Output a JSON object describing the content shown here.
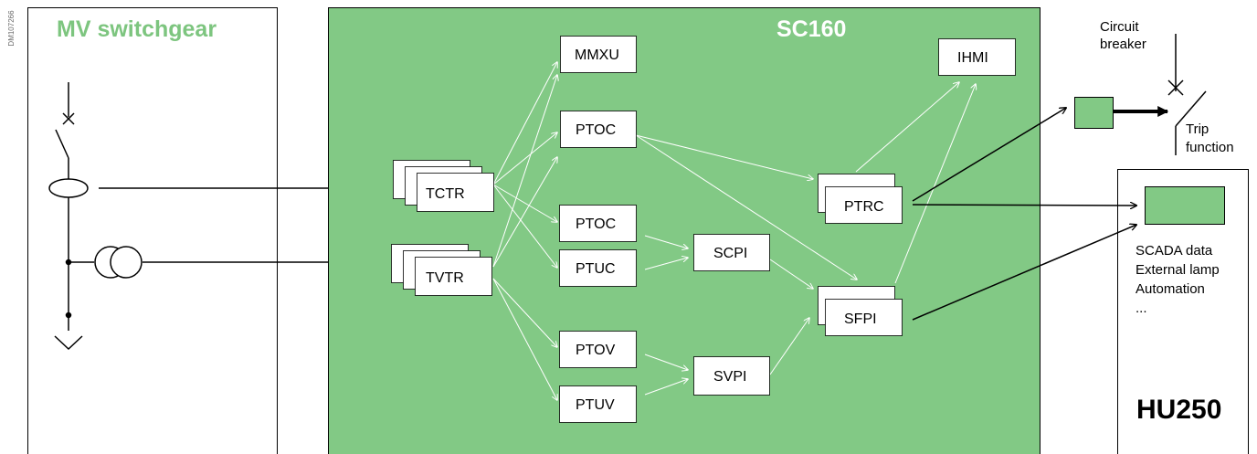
{
  "doc_ref": "DM107266",
  "switchgear": {
    "title": "MV switchgear"
  },
  "unit": {
    "title": "SC160"
  },
  "hmi_unit": {
    "title": "HU250",
    "outputs": [
      "SCADA data",
      "External lamp",
      "Automation",
      "..."
    ]
  },
  "breaker": {
    "title_line1": "Circuit",
    "title_line2": "breaker",
    "function_line1": "Trip",
    "function_line2": "function"
  },
  "nodes": {
    "tctr": "TCTR",
    "tvtr": "TVTR",
    "mmxu": "MMXU",
    "ptoc1": "PTOC",
    "ptoc2": "PTOC",
    "ptuc": "PTUC",
    "ptov": "PTOV",
    "ptuv": "PTUV",
    "scpi": "SCPI",
    "svpi": "SVPI",
    "ptrc": "PTRC",
    "sfpi": "SFPI",
    "ihmi": "IHMI"
  },
  "colors": {
    "green_fill": "#82c985",
    "title_green": "#7dc57f",
    "stroke": "#000000",
    "arrow_white": "#ffffff"
  }
}
